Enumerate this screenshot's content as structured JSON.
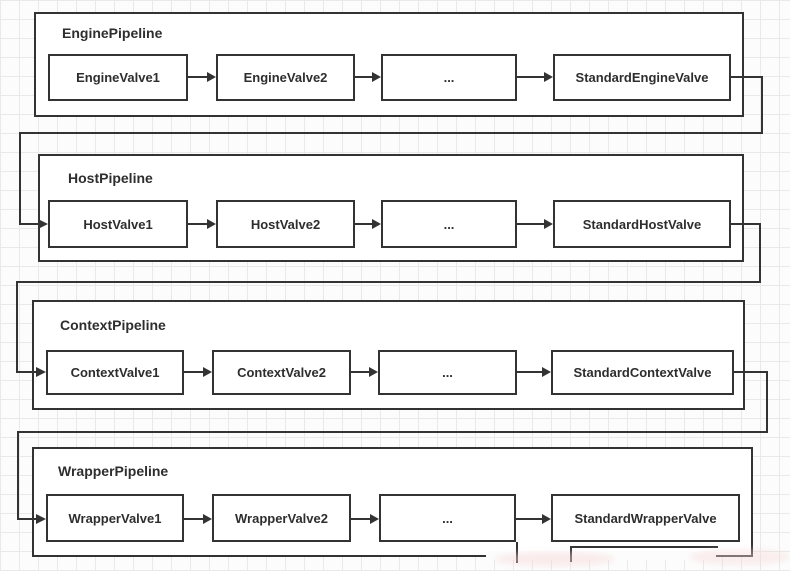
{
  "diagram": {
    "type": "flow-diagram",
    "pipelines": [
      {
        "label": "EnginePipeline",
        "valves": [
          "EngineValve1",
          "EngineValve2",
          "...",
          "StandardEngineValve"
        ]
      },
      {
        "label": "HostPipeline",
        "valves": [
          "HostValve1",
          "HostValve2",
          "...",
          "StandardHostValve"
        ]
      },
      {
        "label": "ContextPipeline",
        "valves": [
          "ContextValve1",
          "ContextValve2",
          "...",
          "StandardContextValve"
        ]
      },
      {
        "label": "WrapperPipeline",
        "valves": [
          "WrapperValve1",
          "WrapperValve2",
          "...",
          "StandardWrapperValve"
        ]
      }
    ],
    "connections": [
      "StandardEngineValve -> HostValve1",
      "StandardHostValve -> ContextValve1",
      "StandardContextValve -> WrapperValve1"
    ],
    "colors": {
      "line": "#333333",
      "text": "#2e2e2e",
      "box_fill": "#ffffff",
      "grid_line": "#e9e9e9",
      "canvas_bg": "#fcfcfc"
    }
  }
}
